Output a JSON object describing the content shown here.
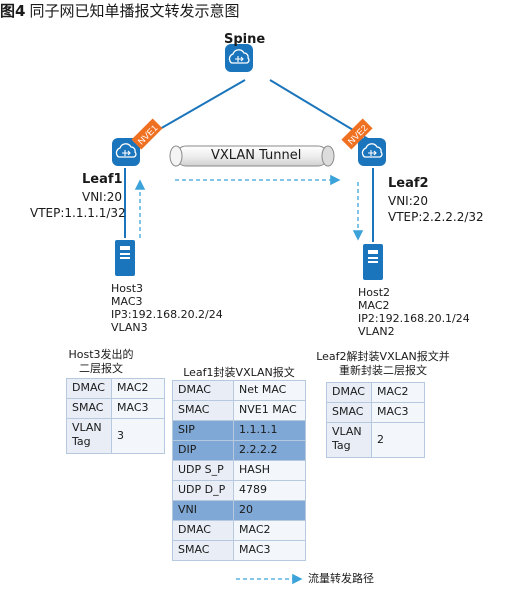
{
  "title": {
    "fig": "图4",
    "text": "同子网已知单播报文转发示意图"
  },
  "nodes": {
    "spine": {
      "name": "Spine"
    },
    "leaf1": {
      "name": "Leaf1",
      "vni": "VNI:20",
      "vtep": "VTEP:1.1.1.1/32",
      "nve": "NVE1"
    },
    "leaf2": {
      "name": "Leaf2",
      "vni": "VNI:20",
      "vtep": "VTEP:2.2.2.2/32",
      "nve": "NVE2"
    },
    "host3": {
      "name": "Host3",
      "mac": "MAC3",
      "ip": "IP3:192.168.20.2/24",
      "vlan": "VLAN3"
    },
    "host2": {
      "name": "Host2",
      "mac": "MAC2",
      "ip": "IP2:192.168.20.1/24",
      "vlan": "VLAN2"
    }
  },
  "tunnel": {
    "label": "VXLAN Tunnel"
  },
  "frames": {
    "host3_frame": {
      "caption1": "Host3发出的",
      "caption2": "二层报文",
      "rows": [
        [
          "DMAC",
          "MAC2"
        ],
        [
          "SMAC",
          "MAC3"
        ],
        [
          "VLAN Tag",
          "3"
        ]
      ]
    },
    "leaf1_frame": {
      "caption": "Leaf1封装VXLAN报文",
      "rows": [
        [
          "DMAC",
          "Net MAC"
        ],
        [
          "SMAC",
          "NVE1 MAC"
        ],
        [
          "SIP",
          "1.1.1.1"
        ],
        [
          "DIP",
          "2.2.2.2"
        ],
        [
          "UDP S_P",
          "HASH"
        ],
        [
          "UDP D_P",
          "4789"
        ],
        [
          "VNI",
          "20"
        ],
        [
          "DMAC",
          "MAC2"
        ],
        [
          "SMAC",
          "MAC3"
        ]
      ]
    },
    "leaf2_frame": {
      "caption1": "Leaf2解封装VXLAN报文并",
      "caption2": "重新封装二层报文",
      "rows": [
        [
          "DMAC",
          "MAC2"
        ],
        [
          "SMAC",
          "MAC3"
        ],
        [
          "VLAN Tag",
          "2"
        ]
      ]
    }
  },
  "legend": {
    "label": "流量转发路径"
  },
  "colors": {
    "router_blue": "#1b75bc",
    "nve_orange": "#f07021",
    "flow_line": "#3ba3d9",
    "link": "#1b75bc",
    "table_highlight": "#7fa8d6"
  }
}
